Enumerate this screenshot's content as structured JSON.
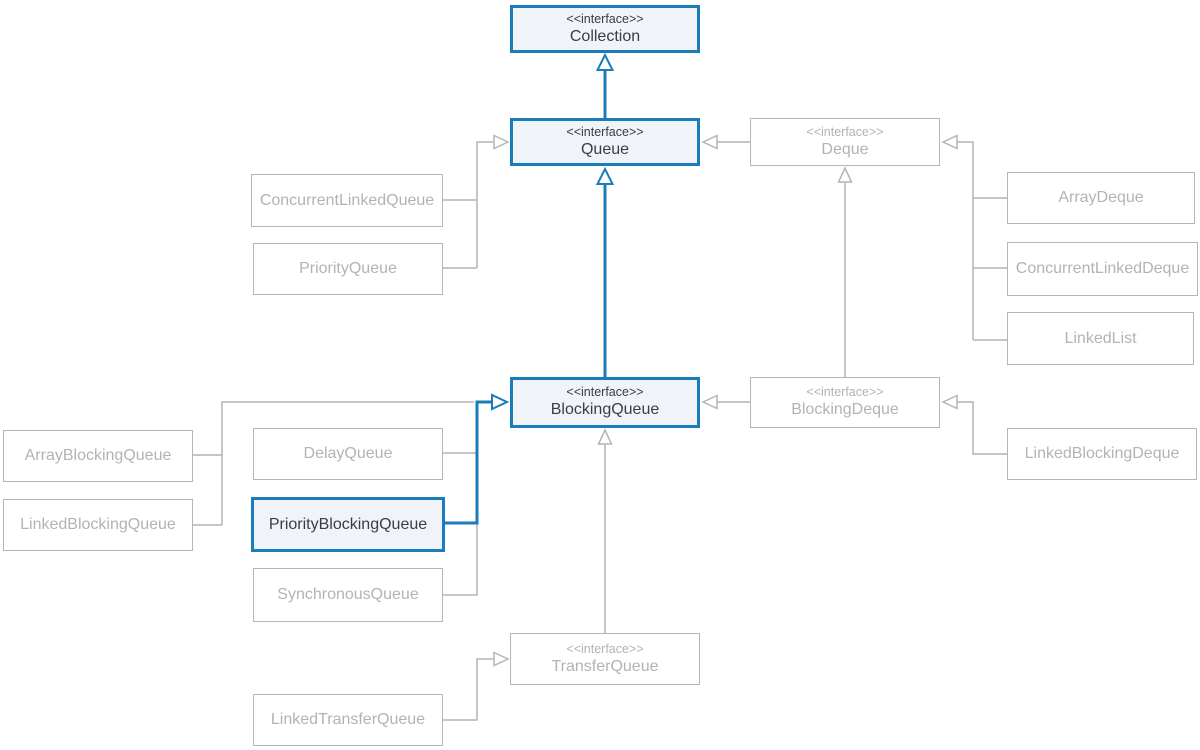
{
  "diagram": {
    "type": "uml-class-diagram",
    "stereotype_label": "<<interface>>",
    "colors": {
      "accent_blue": "#1b7cba",
      "muted_gray_border": "#b6b6b6",
      "muted_gray_text": "#b3b3b3",
      "highlight_fill": "#f0f4f8",
      "highlight_text": "#373e48",
      "background": "#ffffff"
    },
    "nodes": {
      "collection": {
        "stereotype": "<<interface>>",
        "name": "Collection",
        "kind": "interface",
        "highlighted": true
      },
      "queue": {
        "stereotype": "<<interface>>",
        "name": "Queue",
        "kind": "interface",
        "highlighted": true
      },
      "deque": {
        "stereotype": "<<interface>>",
        "name": "Deque",
        "kind": "interface",
        "highlighted": false
      },
      "concurrentLinkedQueue": {
        "name": "ConcurrentLinkedQueue",
        "kind": "class",
        "highlighted": false
      },
      "priorityQueue": {
        "name": "PriorityQueue",
        "kind": "class",
        "highlighted": false
      },
      "arrayDeque": {
        "name": "ArrayDeque",
        "kind": "class",
        "highlighted": false
      },
      "concurrentLinkedDeque": {
        "name": "ConcurrentLinkedDeque",
        "kind": "class",
        "highlighted": false
      },
      "linkedList": {
        "name": "LinkedList",
        "kind": "class",
        "highlighted": false
      },
      "blockingQueue": {
        "stereotype": "<<interface>>",
        "name": "BlockingQueue",
        "kind": "interface",
        "highlighted": true
      },
      "blockingDeque": {
        "stereotype": "<<interface>>",
        "name": "BlockingDeque",
        "kind": "interface",
        "highlighted": false
      },
      "arrayBlockingQueue": {
        "name": "ArrayBlockingQueue",
        "kind": "class",
        "highlighted": false
      },
      "delayQueue": {
        "name": "DelayQueue",
        "kind": "class",
        "highlighted": false
      },
      "linkedBlockingQueue": {
        "name": "LinkedBlockingQueue",
        "kind": "class",
        "highlighted": false
      },
      "priorityBlockingQueue": {
        "name": "PriorityBlockingQueue",
        "kind": "class",
        "highlighted": true
      },
      "synchronousQueue": {
        "name": "SynchronousQueue",
        "kind": "class",
        "highlighted": false
      },
      "linkedBlockingDeque": {
        "name": "LinkedBlockingDeque",
        "kind": "class",
        "highlighted": false
      },
      "transferQueue": {
        "stereotype": "<<interface>>",
        "name": "TransferQueue",
        "kind": "interface",
        "highlighted": false
      },
      "linkedTransferQueue": {
        "name": "LinkedTransferQueue",
        "kind": "class",
        "highlighted": false
      }
    },
    "edges": [
      {
        "from": "queue",
        "to": "collection",
        "relation": "extends",
        "highlighted": true
      },
      {
        "from": "blockingQueue",
        "to": "queue",
        "relation": "extends",
        "highlighted": true
      },
      {
        "from": "priorityBlockingQueue",
        "to": "blockingQueue",
        "relation": "implements",
        "highlighted": true
      },
      {
        "from": "concurrentLinkedQueue",
        "to": "queue",
        "relation": "implements",
        "highlighted": false
      },
      {
        "from": "priorityQueue",
        "to": "queue",
        "relation": "implements",
        "highlighted": false
      },
      {
        "from": "deque",
        "to": "queue",
        "relation": "extends",
        "highlighted": false
      },
      {
        "from": "arrayDeque",
        "to": "deque",
        "relation": "implements",
        "highlighted": false
      },
      {
        "from": "concurrentLinkedDeque",
        "to": "deque",
        "relation": "implements",
        "highlighted": false
      },
      {
        "from": "linkedList",
        "to": "deque",
        "relation": "implements",
        "highlighted": false
      },
      {
        "from": "blockingDeque",
        "to": "deque",
        "relation": "extends",
        "highlighted": false
      },
      {
        "from": "blockingDeque",
        "to": "blockingQueue",
        "relation": "extends",
        "highlighted": false
      },
      {
        "from": "linkedBlockingDeque",
        "to": "blockingDeque",
        "relation": "implements",
        "highlighted": false
      },
      {
        "from": "arrayBlockingQueue",
        "to": "blockingQueue",
        "relation": "implements",
        "highlighted": false
      },
      {
        "from": "linkedBlockingQueue",
        "to": "blockingQueue",
        "relation": "implements",
        "highlighted": false
      },
      {
        "from": "delayQueue",
        "to": "blockingQueue",
        "relation": "implements",
        "highlighted": false
      },
      {
        "from": "synchronousQueue",
        "to": "blockingQueue",
        "relation": "implements",
        "highlighted": false
      },
      {
        "from": "transferQueue",
        "to": "blockingQueue",
        "relation": "extends",
        "highlighted": false
      },
      {
        "from": "linkedTransferQueue",
        "to": "transferQueue",
        "relation": "implements",
        "highlighted": false
      }
    ]
  }
}
